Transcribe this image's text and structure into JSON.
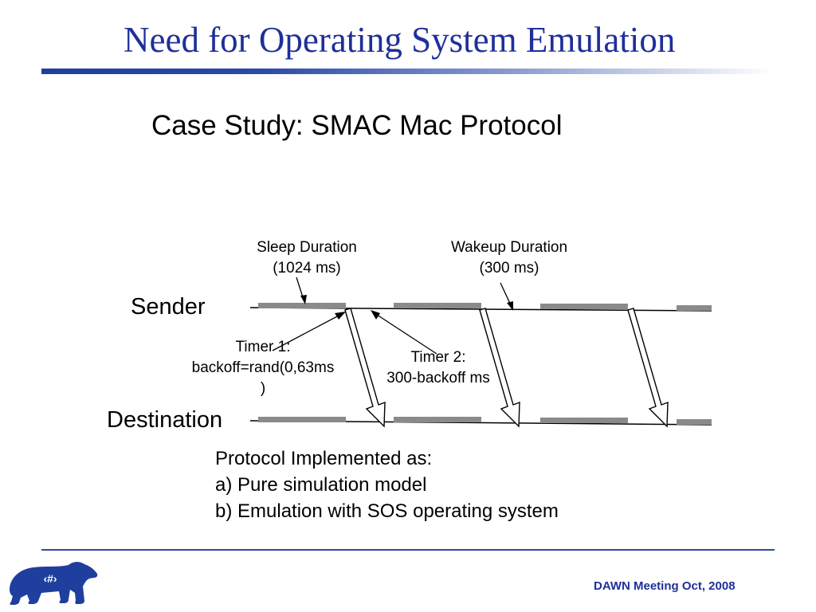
{
  "slide": {
    "title": "Need for Operating System Emulation",
    "subtitle": "Case Study: SMAC Mac Protocol"
  },
  "diagram": {
    "sender_label": "Sender",
    "destination_label": "Destination",
    "sleep_label_line1": "Sleep Duration",
    "sleep_label_line2": "(1024 ms)",
    "wakeup_label_line1": "Wakeup Duration",
    "wakeup_label_line2": "(300 ms)",
    "timer1_line1": "Timer 1:",
    "timer1_line2": "backoff=rand(0,63ms",
    "timer1_line3": ")",
    "timer2_line1": "Timer 2:",
    "timer2_line2": "300-backoff ms",
    "colors": {
      "awake_bar": "#8a8a8a",
      "timeline": "#000000"
    }
  },
  "protocol": {
    "heading": "Protocol Implemented as:",
    "items": [
      "a) Pure simulation model",
      "b) Emulation with SOS operating system"
    ]
  },
  "footer": {
    "page_number": "‹#›",
    "text": "DAWN Meeting Oct, 2008"
  },
  "theme": {
    "title_color": "#1f2f9a",
    "rule_color": "#2c49a5"
  }
}
